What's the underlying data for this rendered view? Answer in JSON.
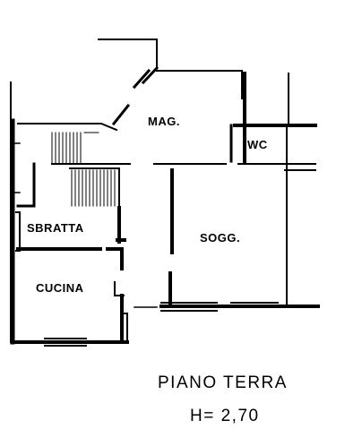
{
  "plan": {
    "rooms": [
      {
        "id": "mag",
        "label": "MAG."
      },
      {
        "id": "wc",
        "label": "WC"
      },
      {
        "id": "sbratta",
        "label": "SBRATTA"
      },
      {
        "id": "sogg",
        "label": "SOGG."
      },
      {
        "id": "cucina",
        "label": "CUCINA"
      }
    ],
    "floor_title": "PIANO TERRA",
    "height_label": "H= 2,70"
  }
}
